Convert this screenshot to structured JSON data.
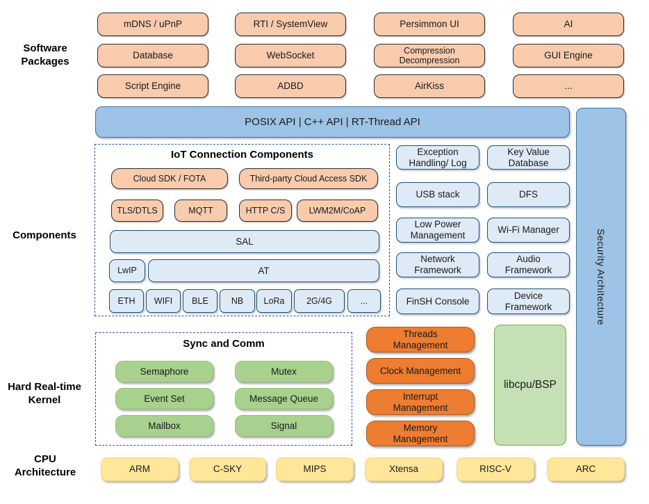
{
  "sections": {
    "software_packages": "Software\nPackages",
    "components": "Components",
    "kernel": "Hard Real-time\nKernel",
    "cpu": "CPU\nArchitecture"
  },
  "software_packages": [
    "mDNS / uPnP",
    "RTI / SystemView",
    "Persimmon UI",
    "AI",
    "Database",
    "WebSocket",
    "Compression\nDecompression",
    "GUI Engine",
    "Script Engine",
    "ADBD",
    "AirKiss",
    "..."
  ],
  "api_bar": "POSIX API | C++ API | RT-Thread API",
  "security": "Security Architecture",
  "iot": {
    "title": "IoT Connection Components",
    "cloud_row": [
      "Cloud SDK / FOTA",
      "Third-party Cloud Access SDK"
    ],
    "protocol_row": [
      "TLS/DTLS",
      "MQTT",
      "HTTP C/S",
      "LWM2M/CoAP"
    ],
    "sal": "SAL",
    "lwip": "LwIP",
    "at": "AT",
    "links": [
      "ETH",
      "WIFI",
      "BLE",
      "NB",
      "LoRa",
      "2G/4G",
      "..."
    ]
  },
  "component_boxes": [
    "Exception\nHandling/ Log",
    "Key Value\nDatabase",
    "USB stack",
    "DFS",
    "Low Power\nManagement",
    "Wi-Fi Manager",
    "Network\nFramework",
    "Audio\nFramework",
    "FinSH Console",
    "Device\nFramework"
  ],
  "kernel": {
    "sync_title": "Sync and Comm",
    "sync_items": [
      "Semaphore",
      "Mutex",
      "Event Set",
      "Message Queue",
      "Mailbox",
      "Signal"
    ],
    "mgmt_items": [
      "Threads\nManagement",
      "Clock Management",
      "Interrupt\nManagement",
      "Memory\nManagement"
    ],
    "libcpu": "libcpu/BSP"
  },
  "cpu_architectures": [
    "ARM",
    "C-SKY",
    "MIPS",
    "Xtensa",
    "RISC-V",
    "ARC"
  ],
  "colors": {
    "peach": "#F8CBAD",
    "api_blue": "#9DC3E6",
    "light_blue": "#DEEAF6",
    "navy": "#1F4E79",
    "green": "#A9D18E",
    "orange": "#ED7D31",
    "light_green": "#C5E0B4",
    "yellow": "#FFE699"
  }
}
